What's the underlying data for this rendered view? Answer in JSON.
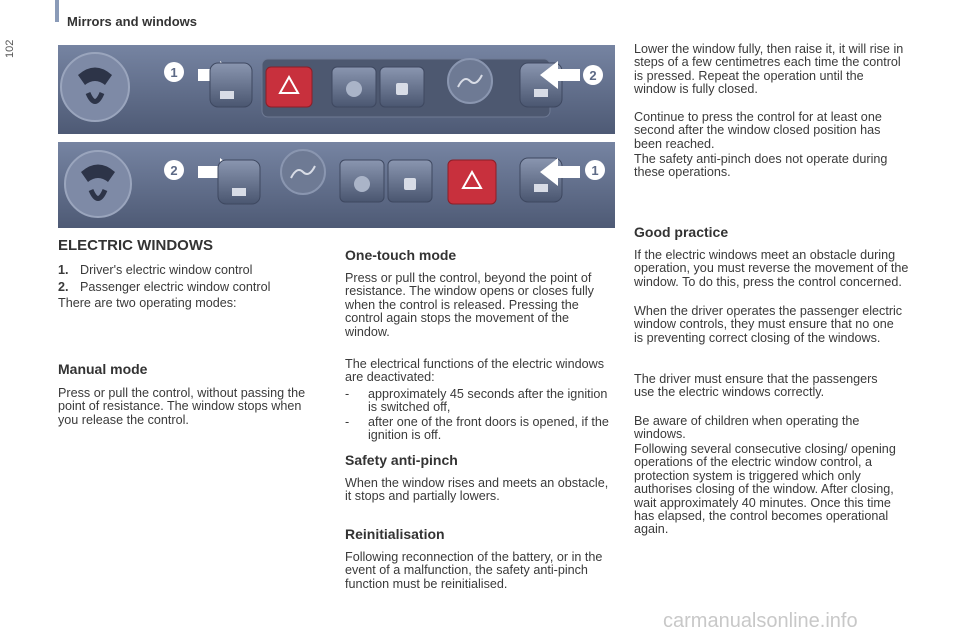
{
  "header": {
    "page_number": "102",
    "section_title": "Mirrors and windows"
  },
  "figure": {
    "callout_1": "1",
    "callout_2": "2"
  },
  "col1": {
    "title": "ELECTRIC WINDOWS",
    "items": [
      {
        "num": "1.",
        "text": "Driver's electric window control"
      },
      {
        "num": "2.",
        "text": "Passenger electric window control"
      }
    ],
    "modes_intro": "There are two operating modes:",
    "manual_heading": "Manual mode",
    "manual_text": "Press or pull the control, without passing the point of resistance. The window stops when you release the control."
  },
  "col2": {
    "onetouch_heading": "One-touch mode",
    "onetouch_text": "Press or pull the control, beyond the point of resistance. The window opens or closes fully when the control is released. Pressing the control again stops the movement of the window.",
    "deactivated_intro": "The electrical functions of the electric windows are deactivated:",
    "deactivated_items": [
      "approximately 45 seconds after the ignition is switched off,",
      "after one of the front doors is opened, if the ignition is off."
    ],
    "dash": "-",
    "antipinch_heading": "Safety anti-pinch",
    "antipinch_text": "When the window rises and meets an obstacle, it stops and partially lowers.",
    "reinit_heading": "Reinitialisation",
    "reinit_text": "Following reconnection of the battery, or in the event of a malfunction, the safety anti-pinch function must be reinitialised."
  },
  "col3": {
    "reinit_p1": "Lower the window fully, then raise it, it will rise in steps of a few centimetres each time the control is pressed. Repeat the operation until the window is fully closed.",
    "reinit_p2": "Continue to press the control for at least one second after the window closed position has been reached.",
    "reinit_p3": "The safety anti-pinch does not operate during these operations.",
    "good_heading": "Good practice",
    "good_p1": "If the electric windows meet an obstacle during operation, you must reverse the movement of the window. To do this, press the control concerned.",
    "good_p2": "When the driver operates the passenger electric window controls, they must ensure that no one is preventing correct closing of the windows.",
    "good_p3": "The driver must ensure that the passengers use the electric windows correctly.",
    "good_p4": "Be aware of children when operating the windows.",
    "good_p5": "Following several consecutive closing/ opening operations of the electric window control, a protection system is triggered which only authorises closing of the window. After closing, wait approximately 40 minutes. Once this time has elapsed, the control becomes operational again."
  },
  "footer": {
    "watermark": "carmanualsonline.info"
  },
  "colors": {
    "panel": "#5d6a86",
    "hazard": "#c8303d",
    "callout": "#ffffff"
  }
}
